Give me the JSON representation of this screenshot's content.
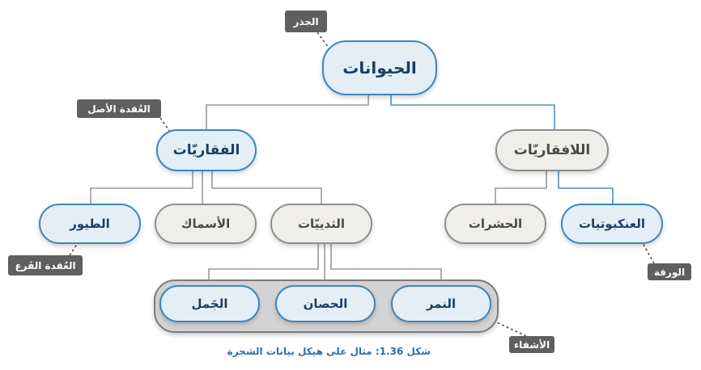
{
  "nodes": {
    "root": "الحيوانات",
    "vertebrates": "الفقاريّات",
    "invertebrates": "اللافقاريّات",
    "birds": "الطيور",
    "fish": "الأسماك",
    "mammals": "الثدييّات",
    "insects": "الحشرات",
    "arachnids": "العنكبوتيات",
    "camel": "الجَمل",
    "horse": "الحصان",
    "tiger": "النمر"
  },
  "labels": {
    "root": "الجذر",
    "parent_node": "العُقدة الأصل",
    "branch_node": "العُقدة الفَرع",
    "leaf": "الورقة",
    "siblings": "الأشقاء"
  },
  "caption": "شكل 1.36: مثال على هيكل بيانات الشجرة",
  "colors": {
    "blue_fill": "#e4eef6",
    "blue_border": "#3c86c0",
    "gray_fill": "#efeeea",
    "gray_border": "#8e8e8e",
    "tag_bg": "#5f5f5f",
    "caption_text": "#2f6fa7"
  }
}
